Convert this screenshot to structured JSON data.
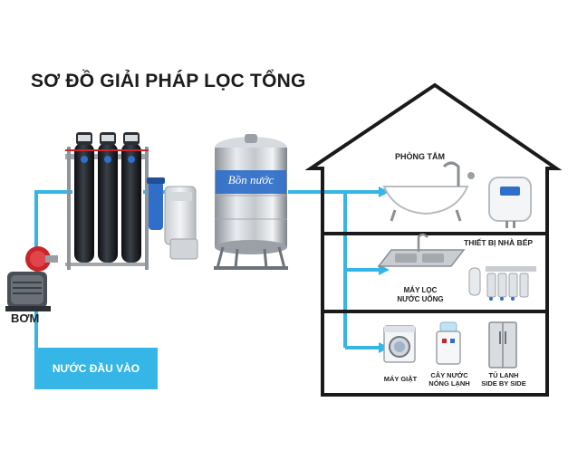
{
  "title": "SƠ ĐỒ GIẢI PHÁP LỌC TỔNG",
  "pump_label": "BƠM",
  "inlet_label": "NƯỚC ĐẦU VÀO",
  "tank_label": "Bồn nước",
  "house": {
    "bathroom_label": "PHÒNG TẮM",
    "kitchen_label": "THIẾT BỊ NHÀ BẾP",
    "filter_label_line1": "MÁY LỌC",
    "filter_label_line2": "NƯỚC UỐNG",
    "washer_label": "MÁY GIẶT",
    "dispenser_line1": "CÂY NƯỚC",
    "dispenser_line2": "NÓNG LẠNH",
    "fridge_line1": "TỦ LẠNH",
    "fridge_line2": "SIDE BY SIDE"
  },
  "colors": {
    "pipe": "#35b6e6",
    "house_outline": "#1a1a1a",
    "tank_label_bg": "#2f6fc9",
    "pump_red": "#c8262b"
  }
}
